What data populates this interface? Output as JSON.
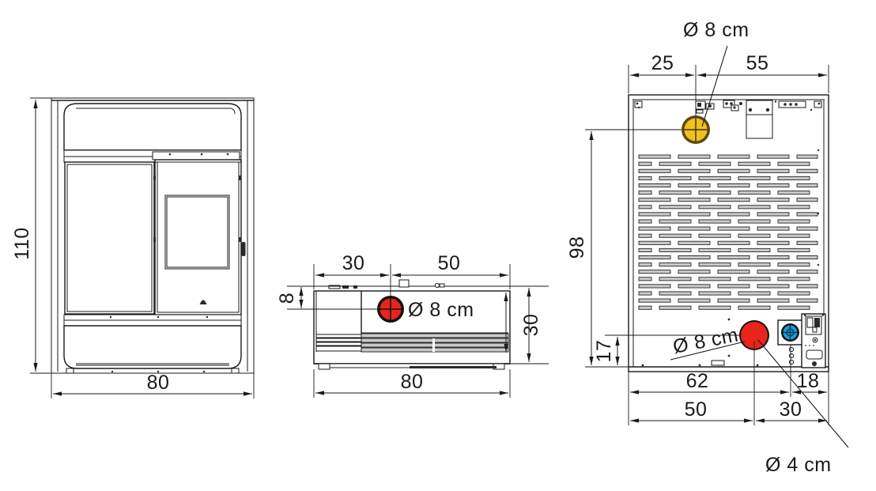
{
  "document": {
    "type": "technical-dimension-drawing",
    "subject": "pellet stove dimensional drawing",
    "units": "cm",
    "background_color": "#ffffff",
    "line_color": "#1a1a1a"
  },
  "colors": {
    "flue_outlet_yellow": "#EFC01F",
    "flue_outlet_yellow_ring": "#6E5A12",
    "flue_outlet_red": "#E8241C",
    "air_intake_blue": "#1E9BD7",
    "grille_grey": "#c9c9c9",
    "outline": "#1a1a1a"
  },
  "views": {
    "front": {
      "name": "front-view",
      "label_height": "110",
      "label_width": "80"
    },
    "top": {
      "name": "top-view",
      "label_left_segment": "30",
      "label_right_segment": "50",
      "label_offset_vertical": "8",
      "label_depth": "30",
      "label_width": "80",
      "outlet_note": "Ø 8 cm"
    },
    "rear": {
      "name": "rear-view",
      "label_top_left": "25",
      "label_top_right": "55",
      "label_height": "98",
      "label_lower_height": "17",
      "label_bottom_62": "62",
      "label_bottom_18": "18",
      "label_bottom_50": "50",
      "label_bottom_30": "30",
      "note_top_outlet": "Ø 8 cm",
      "note_rear_outlet": "Ø 8 cm",
      "note_air_intake": "Ø 4 cm"
    }
  },
  "annotations": [
    {
      "id": "front-height",
      "text": "110",
      "view": "front",
      "orientation": "vertical"
    },
    {
      "id": "front-width",
      "text": "80",
      "view": "front",
      "orientation": "horizontal"
    },
    {
      "id": "top-seg-30",
      "text": "30",
      "view": "top",
      "orientation": "horizontal"
    },
    {
      "id": "top-seg-50",
      "text": "50",
      "view": "top",
      "orientation": "horizontal"
    },
    {
      "id": "top-off-8",
      "text": "8",
      "view": "top",
      "orientation": "vertical"
    },
    {
      "id": "top-depth-30",
      "text": "30",
      "view": "top",
      "orientation": "vertical"
    },
    {
      "id": "top-width-80",
      "text": "80",
      "view": "top",
      "orientation": "horizontal"
    },
    {
      "id": "top-outlet-dia",
      "text": "Ø 8 cm",
      "view": "top",
      "orientation": "horizontal"
    },
    {
      "id": "rear-seg-25",
      "text": "25",
      "view": "rear",
      "orientation": "horizontal"
    },
    {
      "id": "rear-seg-55",
      "text": "55",
      "view": "rear",
      "orientation": "horizontal"
    },
    {
      "id": "rear-height-98",
      "text": "98",
      "view": "rear",
      "orientation": "vertical"
    },
    {
      "id": "rear-height-17",
      "text": "17",
      "view": "rear",
      "orientation": "vertical"
    },
    {
      "id": "rear-62",
      "text": "62",
      "view": "rear",
      "orientation": "horizontal"
    },
    {
      "id": "rear-18",
      "text": "18",
      "view": "rear",
      "orientation": "horizontal"
    },
    {
      "id": "rear-50",
      "text": "50",
      "view": "rear",
      "orientation": "horizontal"
    },
    {
      "id": "rear-30",
      "text": "30",
      "view": "rear",
      "orientation": "horizontal"
    },
    {
      "id": "rear-top-outlet-dia",
      "text": "Ø 8 cm",
      "view": "rear",
      "orientation": "horizontal"
    },
    {
      "id": "rear-outlet-dia",
      "text": "Ø 8 cm",
      "view": "rear",
      "orientation": "rotated"
    },
    {
      "id": "rear-intake-dia",
      "text": "Ø 4 cm",
      "view": "rear",
      "orientation": "horizontal"
    }
  ]
}
